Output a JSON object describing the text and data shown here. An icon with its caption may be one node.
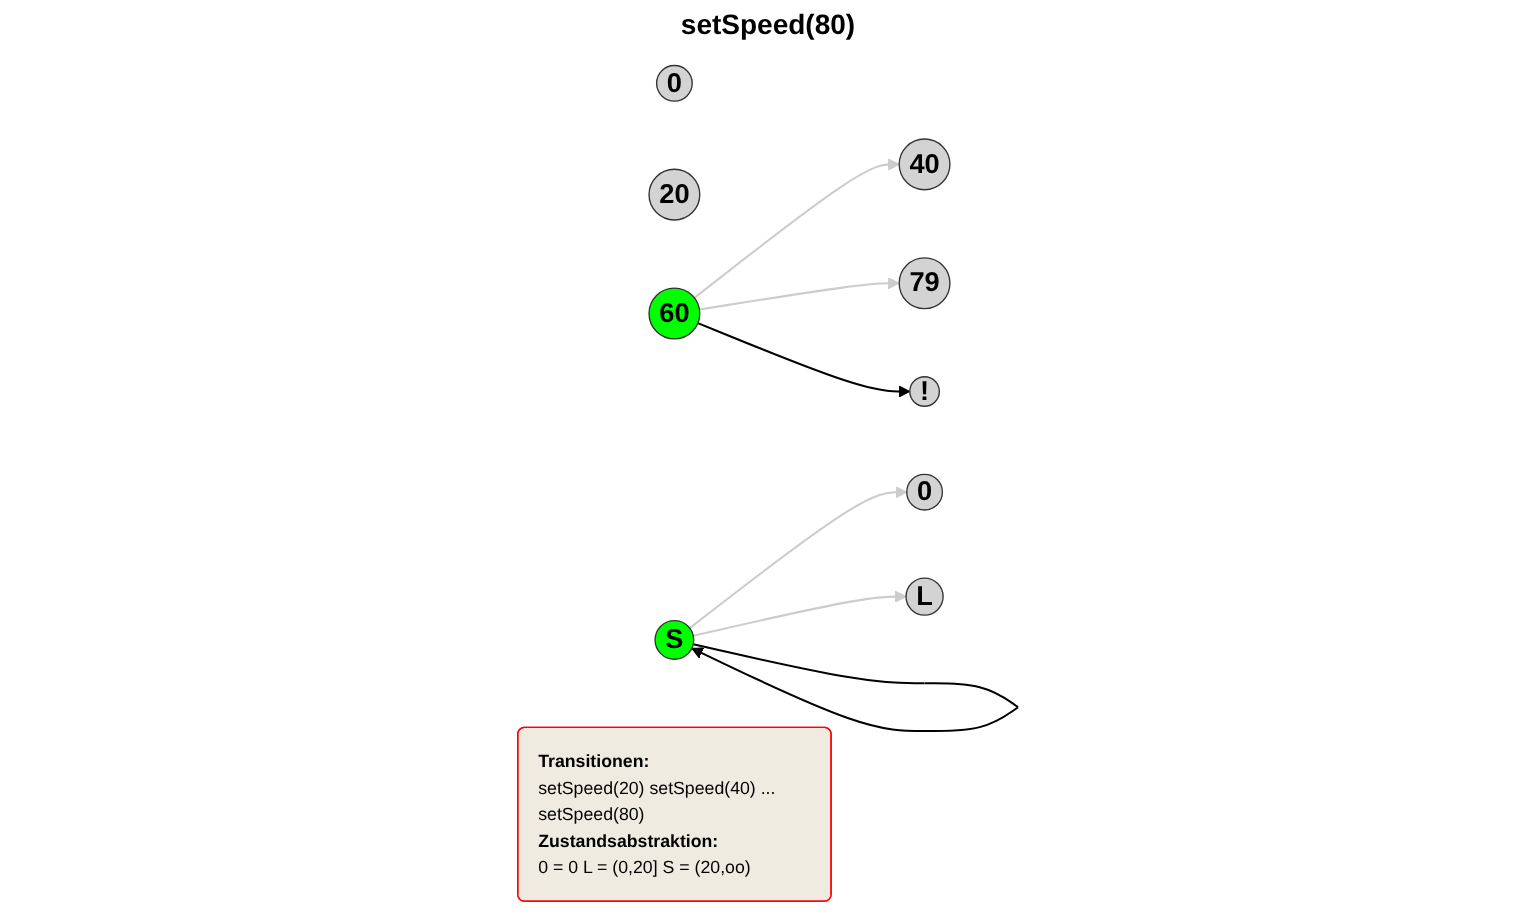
{
  "diagram": {
    "nodes": [
      {
        "text": [
          "0"
        ]
      },
      {
        "text": [
          "20"
        ]
      },
      {
        "text": [
          "40"
        ]
      },
      {
        "text": [
          "60"
        ]
      },
      {
        "text": [
          "79"
        ]
      },
      {
        "text": [
          "!"
        ]
      },
      {
        "text": [
          "0"
        ]
      },
      {
        "text": [
          "L"
        ]
      },
      {
        "text": [
          "S"
        ]
      },
      {
        "text": [
          "Transitionen:",
          "setSpeed(20) setSpeed(40) ... setSpeed(80)",
          "Zustandsabstraktion:",
          "0 = 0 L = (0,20] S = (20,oo)"
        ]
      }
    ],
    "edges": [
      {
        "from": 3,
        "to": 2,
        "arrow": "to"
      },
      {
        "from": 3,
        "to": 4,
        "arrow": "to"
      },
      {
        "from": 3,
        "to": 5,
        "arrow": "to",
        "color": "#000000"
      },
      {
        "from": 8,
        "to": 7,
        "arrow": "to"
      },
      {
        "from": 8,
        "to": 6,
        "arrow": "to"
      },
      {
        "from": 8,
        "to": 8,
        "arrow": "to",
        "color": "#000000"
      }
    ],
    "labels": [
      "setSpeed(80)"
    ]
  }
}
